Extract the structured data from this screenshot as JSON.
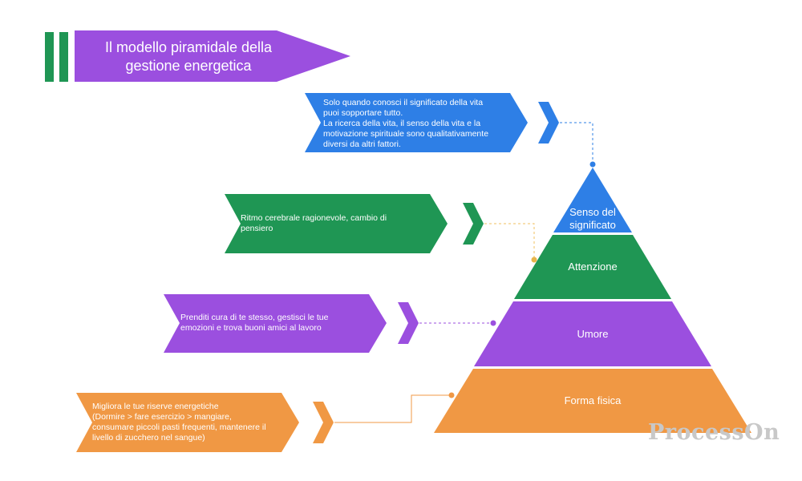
{
  "title": "Il modello piramidale della\ngestione energetica",
  "colors": {
    "blue": "#2e7fe6",
    "green": "#1f9654",
    "purple": "#9b4fdf",
    "orange": "#f09844",
    "title_bar": "#9b4fdf",
    "accent_bars": "#1f9654"
  },
  "pyramid": [
    {
      "label": "Senso del\nsignificato",
      "color": "#2e7fe6"
    },
    {
      "label": "Attenzione",
      "color": "#1f9654"
    },
    {
      "label": "Umore",
      "color": "#9b4fdf"
    },
    {
      "label": "Forma fisica",
      "color": "#f09844"
    }
  ],
  "cards": [
    {
      "text": "Solo quando conosci il significato della vita\npuoi sopportare tutto.\nLa ricerca della vita, il senso della vita e la\nmotivazione spirituale sono qualitativamente\ndiversi da altri fattori.",
      "color": "#2e7fe6"
    },
    {
      "text": "Ritmo cerebrale ragionevole, cambio di\npensiero",
      "color": "#1f9654"
    },
    {
      "text": "Prenditi cura di te stesso, gestisci le tue\nemozioni e trova buoni amici al lavoro",
      "color": "#9b4fdf"
    },
    {
      "text": "Migliora le tue riserve energetiche\n(Dormire > fare esercizio > mangiare,\nconsumare piccoli pasti frequenti, mantenere il\nlivello di zucchero nel sangue)",
      "color": "#f09844"
    }
  ],
  "watermark": "ProcessOn"
}
